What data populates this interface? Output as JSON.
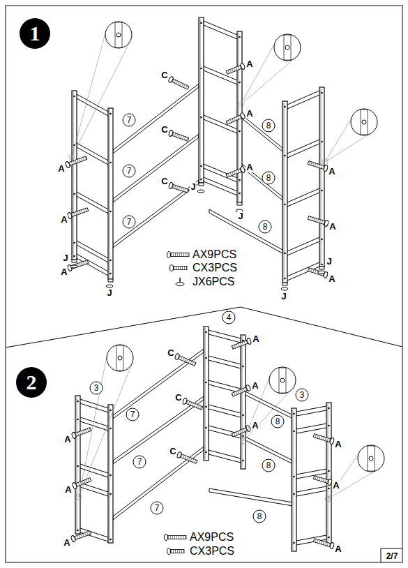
{
  "diagram": {
    "nodes": [
      {
        "text": [
          "1"
        ]
      },
      {
        "text": [
          "2"
        ]
      }
    ],
    "labels": [
      "C",
      "A",
      "7",
      "A",
      "8",
      "C",
      "A",
      "A",
      "7",
      "A",
      "8",
      "C",
      "J",
      "J",
      "A",
      "7",
      "A",
      "8",
      "J",
      "A",
      "J",
      "J",
      "A",
      "J",
      "4",
      "A",
      "C",
      "3",
      "3",
      "C",
      "A",
      "7",
      "8",
      "A",
      "A",
      "C",
      "A",
      "7",
      "8",
      "A",
      "A",
      "7",
      "8",
      "A",
      "A",
      "2/7"
    ],
    "legend": [
      {
        "text": "AX9PCS"
      },
      {
        "text": "CX3PCS"
      },
      {
        "text": "JX6PCS"
      },
      {
        "text": "AX9PCS"
      },
      {
        "text": "CX3PCS"
      }
    ]
  }
}
